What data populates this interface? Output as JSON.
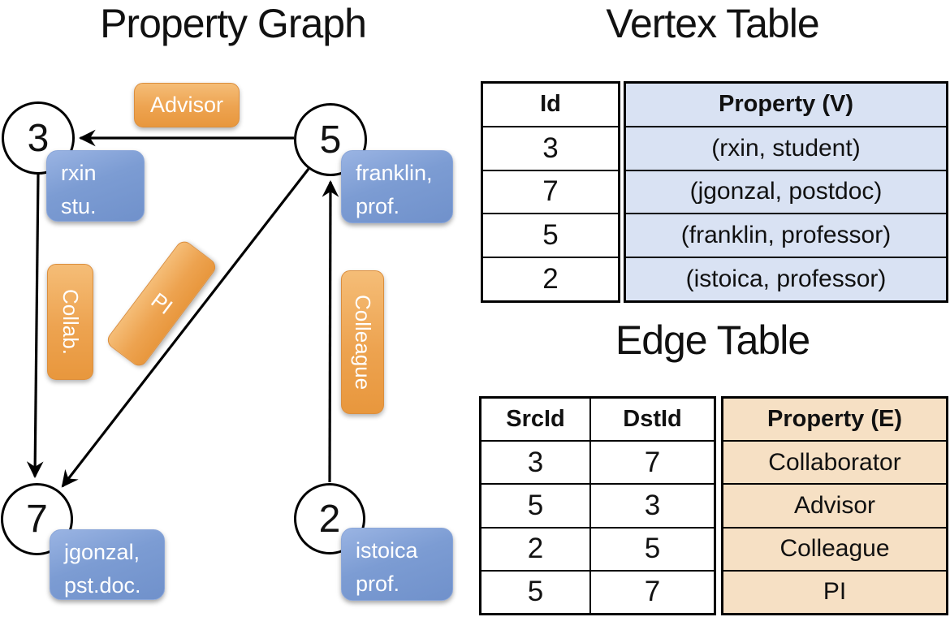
{
  "titles": {
    "graph": "Property Graph",
    "vertex": "Vertex Table",
    "edge": "Edge Table"
  },
  "graph": {
    "nodes": [
      {
        "label": "3"
      },
      {
        "label": "5"
      },
      {
        "label": "7"
      },
      {
        "label": "2"
      }
    ],
    "vertex_properties": [
      {
        "node": "3",
        "line1": "rxin",
        "line2": "stu."
      },
      {
        "node": "5",
        "line1": "franklin,",
        "line2": "prof."
      },
      {
        "node": "7",
        "line1": "jgonzal,",
        "line2": "pst.doc."
      },
      {
        "node": "2",
        "line1": "istoica",
        "line2": "prof."
      }
    ],
    "edge_labels": {
      "advisor": "Advisor",
      "collab": "Collab.",
      "pi": "PI",
      "colleague": "Colleague"
    }
  },
  "vertex_table": {
    "headers": {
      "id": "Id",
      "property": "Property (V)"
    },
    "rows": [
      {
        "id": "3",
        "property": "(rxin, student)"
      },
      {
        "id": "7",
        "property": "(jgonzal, postdoc)"
      },
      {
        "id": "5",
        "property": "(franklin, professor)"
      },
      {
        "id": "2",
        "property": "(istoica, professor)"
      }
    ]
  },
  "edge_table": {
    "headers": {
      "src": "SrcId",
      "dst": "DstId",
      "property": "Property (E)"
    },
    "rows": [
      {
        "src": "3",
        "dst": "7",
        "property": "Collaborator"
      },
      {
        "src": "5",
        "dst": "3",
        "property": "Advisor"
      },
      {
        "src": "2",
        "dst": "5",
        "property": "Colleague"
      },
      {
        "src": "5",
        "dst": "7",
        "property": "PI"
      }
    ]
  },
  "colors": {
    "edge_label_fill": "#EDA350",
    "vertex_property_fill": "#7C9CD3",
    "vertex_table_cell_bg": "#D9E2F3",
    "edge_table_cell_bg": "#F6E0C4",
    "line_color": "#000000"
  }
}
